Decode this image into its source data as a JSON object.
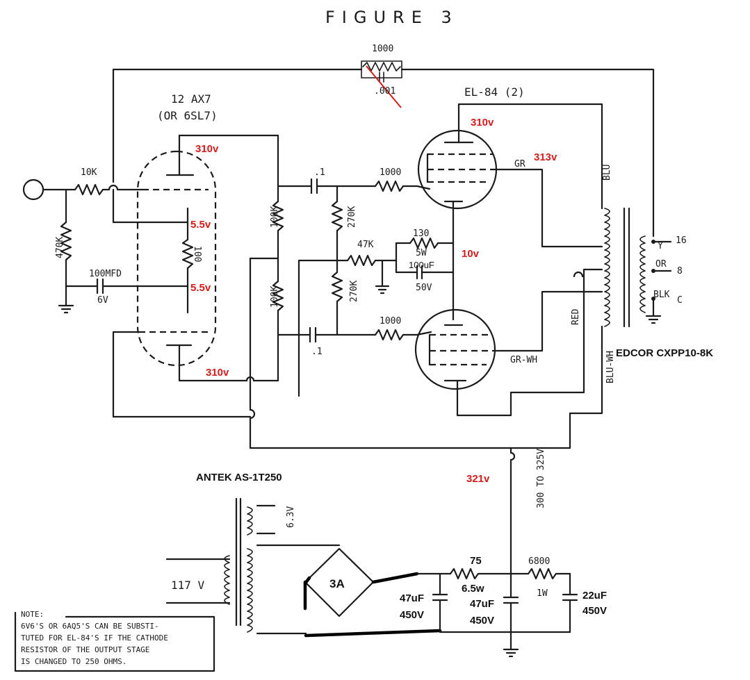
{
  "figure_title": "FIGURE 3",
  "tubes": {
    "preamp_name": "12 AX7",
    "preamp_alt": "(OR 6SL7)",
    "output_name": "EL-84 (2)"
  },
  "components": {
    "feedback_resistor": "1000",
    "feedback_cap": ".001",
    "input_resistor": "10K",
    "grid_resistor": "470K",
    "cathode_resistor": "100",
    "bypass_cap": "100MFD",
    "bypass_cap_voltage": "6V",
    "plate_load_1": "100K",
    "plate_load_2": "100K",
    "coupling_cap_1": ".1",
    "coupling_cap_2": ".1",
    "grid_leak_1": "270K",
    "grid_leak_2": "270K",
    "grid_stop_1": "1000",
    "grid_stop_2": "1000",
    "bias_feed": "47K",
    "output_cathode_res": "130",
    "output_cathode_res_watt": "5W",
    "output_cathode_cap": "100uF",
    "output_cathode_cap_voltage": "50V",
    "bplus_label": "300 TO 325V",
    "filter_res_1": "75",
    "filter_res_1_watt": "6.5w",
    "filter_res_2": "6800",
    "filter_res_2_watt": "1W",
    "cap_1": "47uF",
    "cap_1_v": "450V",
    "cap_2": "47uF",
    "cap_2_v": "450V",
    "cap_3": "22uF",
    "cap_3_v": "450V",
    "rectifier": "3A",
    "heater_voltage": "6.3V",
    "mains_voltage": "117 V"
  },
  "wire_labels": {
    "gr": "GR",
    "gr_wh": "GR-WH",
    "blu": "BLU",
    "blu_wh": "BLU-WH",
    "red": "RED",
    "y": "Y",
    "or": "OR",
    "blk": "BLK",
    "tap_16": "16",
    "tap_8": "8",
    "tap_c": "C"
  },
  "annotations": {
    "preamp_plate_1": "310v",
    "preamp_plate_2": "310v",
    "preamp_cathode_1": "5.5v",
    "preamp_cathode_2": "5.5v",
    "output_plate": "310v",
    "screen": "313v",
    "output_cathode": "10v",
    "bplus": "321v"
  },
  "parts": {
    "output_transformer": "EDCOR CXPP10-8K",
    "power_transformer": "ANTEK AS-1T250"
  },
  "note": {
    "title": "NOTE:",
    "line1": "6V6'S OR 6AQ5'S CAN BE SUBSTI-",
    "line2": "TUTED FOR EL-84'S IF THE CATHODE",
    "line3": "RESISTOR OF THE OUTPUT STAGE",
    "line4": "IS CHANGED TO 250 OHMS."
  },
  "colors": {
    "annotation": "#d41c1c",
    "ink": "#1a1a1a"
  }
}
